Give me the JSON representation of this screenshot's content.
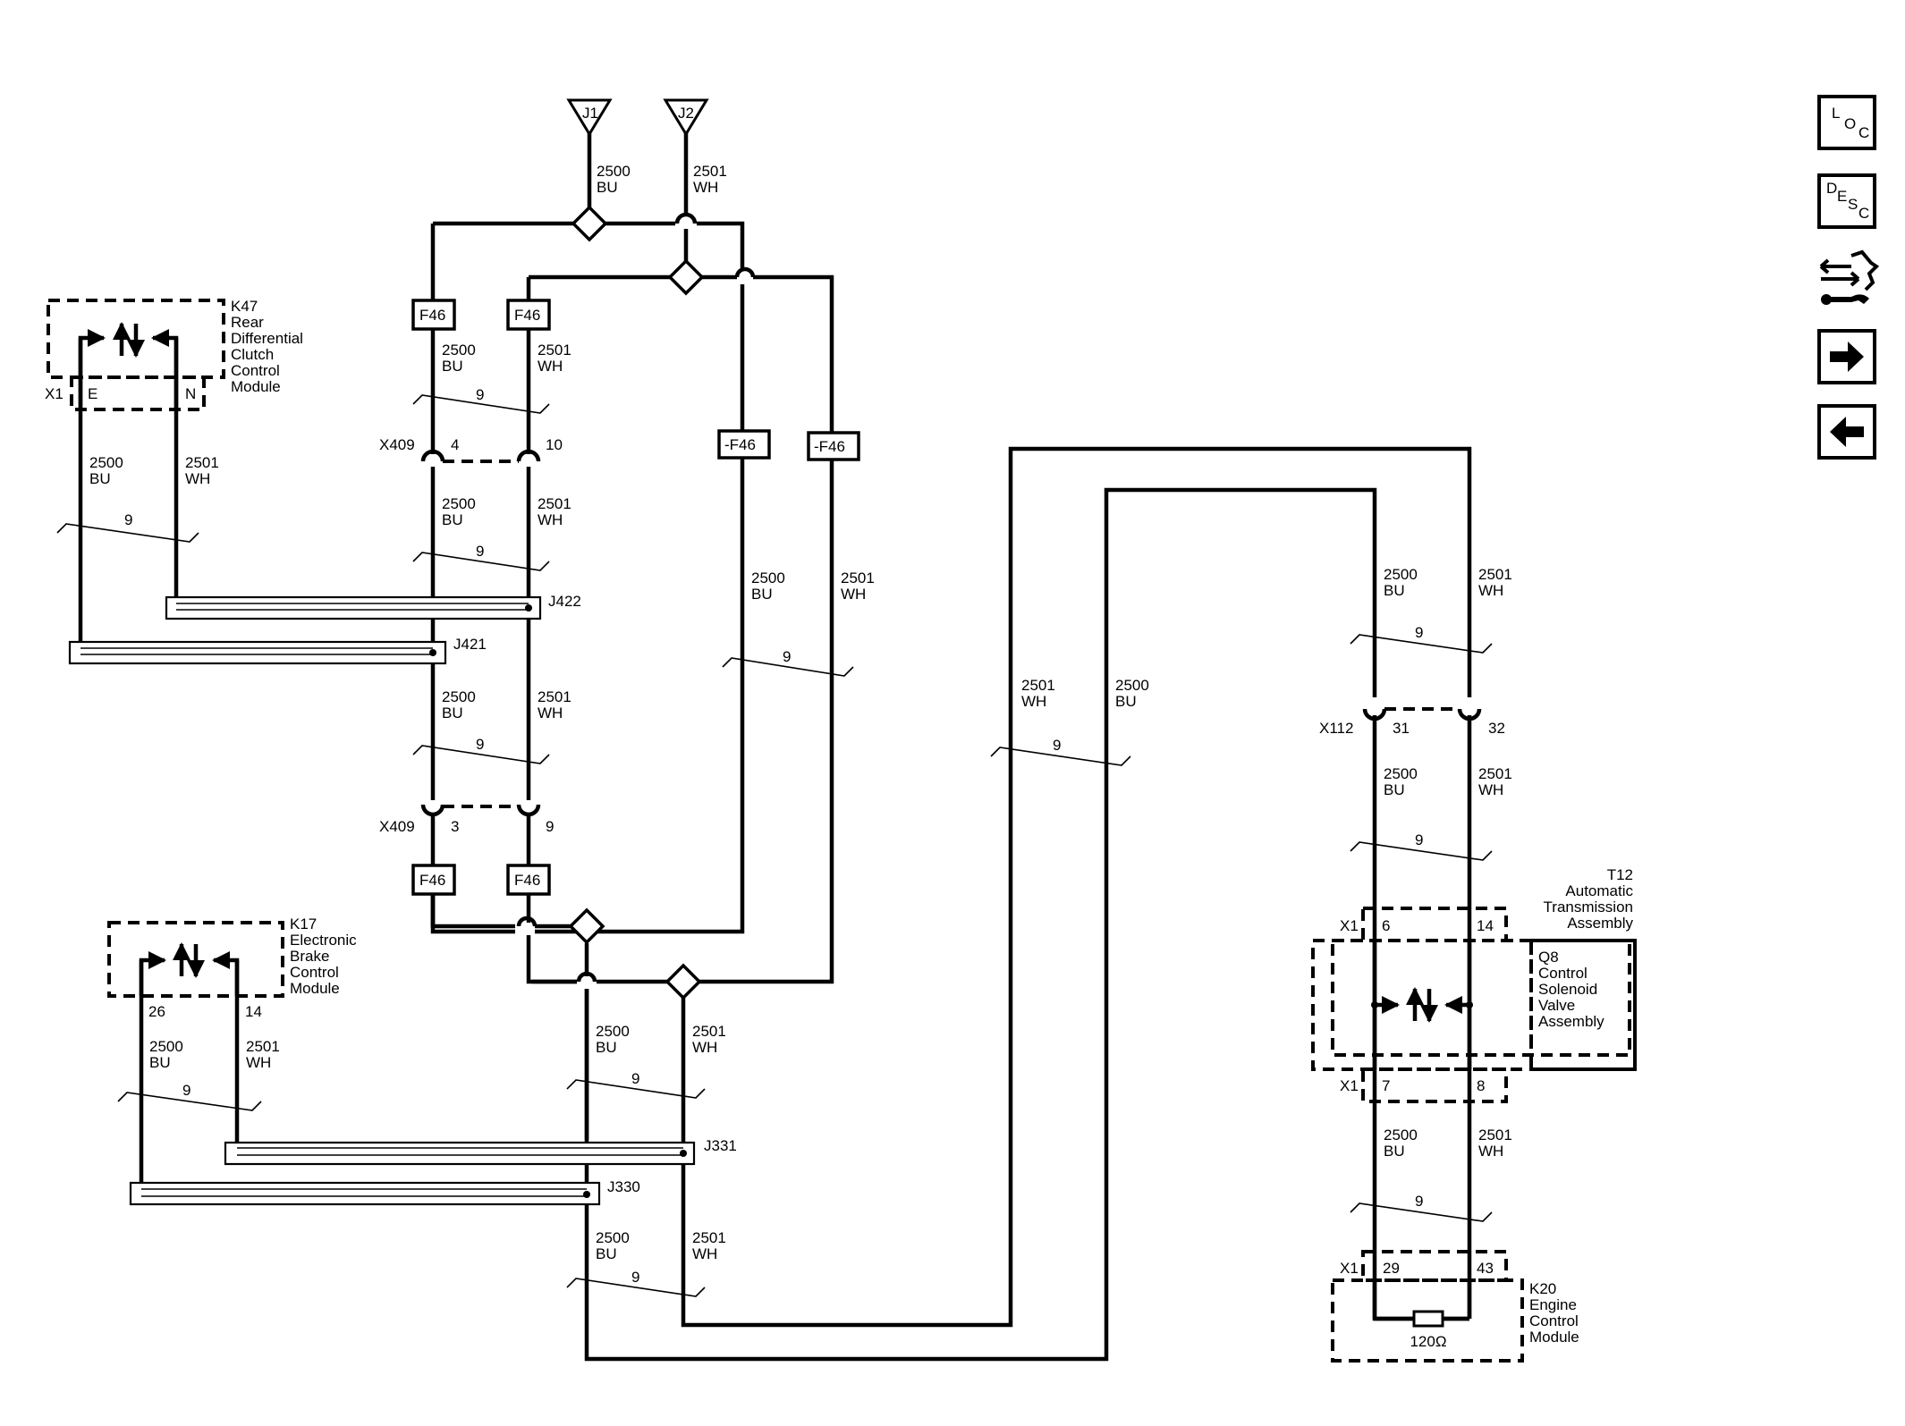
{
  "circuit": {
    "bu": "2500",
    "wh": "2501",
    "bu_color": "BU",
    "wh_color": "WH",
    "twist": "9"
  },
  "jumpers": {
    "j1": "J1",
    "j2": "J2"
  },
  "fuses": {
    "f46": "F46",
    "neg_f46": "-F46"
  },
  "connectors": {
    "x409": "X409",
    "x409_top_a": "4",
    "x409_top_b": "10",
    "x409_bot_a": "3",
    "x409_bot_b": "9",
    "x112": "X112",
    "x112_a": "31",
    "x112_b": "32",
    "x1": "X1"
  },
  "junctions": {
    "j422": "J422",
    "j421": "J421",
    "j331": "J331",
    "j330": "J330"
  },
  "modules": {
    "k47": {
      "id": "K47",
      "lines": [
        "Rear",
        "Differential",
        "Clutch",
        "Control",
        "Module"
      ],
      "pin_e": "E",
      "pin_n": "N"
    },
    "k17": {
      "id": "K17",
      "lines": [
        "Electronic",
        "Brake",
        "Control",
        "Module"
      ],
      "pin_a": "26",
      "pin_b": "14"
    },
    "t12": {
      "id": "T12",
      "lines": [
        "Automatic",
        "Transmission",
        "Assembly"
      ],
      "pin_top_a": "6",
      "pin_top_b": "14",
      "pin_bot_a": "7",
      "pin_bot_b": "8"
    },
    "q8": {
      "id": "Q8",
      "lines": [
        "Control",
        "Solenoid",
        "Valve",
        "Assembly"
      ]
    },
    "k20": {
      "id": "K20",
      "lines": [
        "Engine",
        "Control",
        "Module"
      ],
      "pin_a": "29",
      "pin_b": "43",
      "resistor": "120Ω"
    }
  },
  "nav": {
    "loc": [
      "L",
      "O",
      "C"
    ],
    "desc": [
      "D",
      "E",
      "S",
      "C"
    ],
    "icons": [
      "loc-icon",
      "desc-icon",
      "connector-wrench-icon",
      "arrow-right-icon",
      "arrow-left-icon"
    ]
  }
}
